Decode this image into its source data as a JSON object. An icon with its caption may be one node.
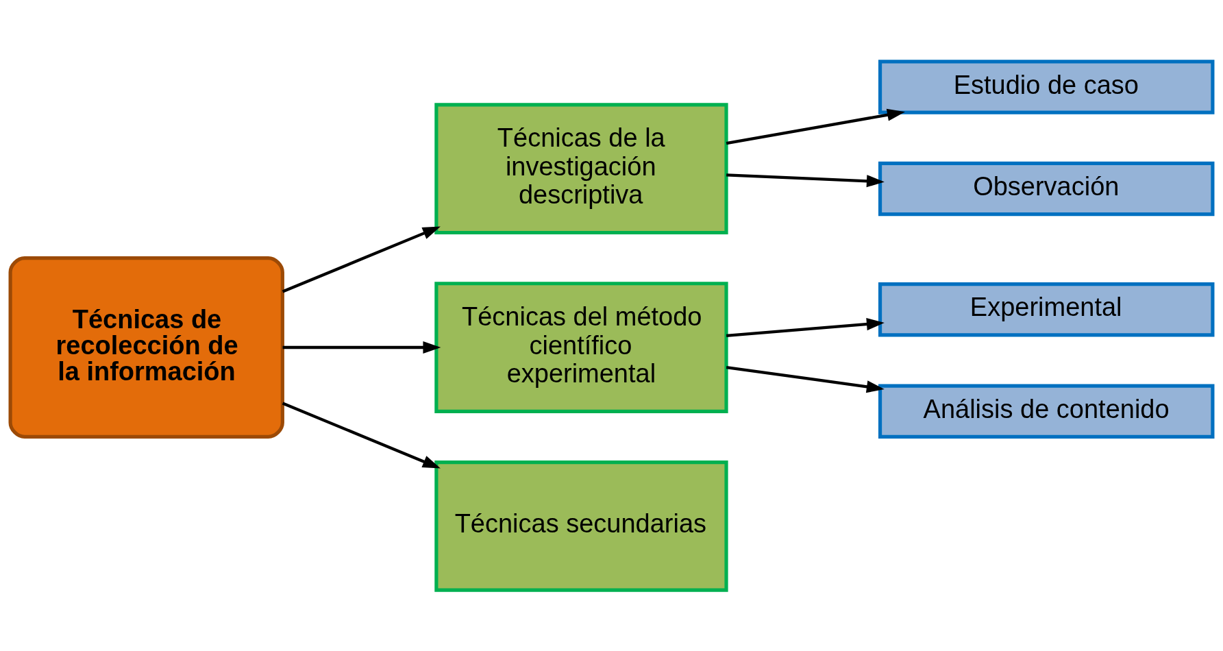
{
  "diagram": {
    "nodes": [
      {
        "text": [
          "Técnicas de recolección de la información"
        ]
      },
      {
        "text": [
          "Técnicas de la investigación descriptiva"
        ]
      },
      {
        "text": [
          "Técnicas del método científico experimental"
        ]
      },
      {
        "text": [
          "Técnicas secundarias"
        ]
      },
      {
        "text": [
          "Estudio de caso"
        ]
      },
      {
        "text": [
          "Observación"
        ]
      },
      {
        "text": [
          "Experimental"
        ]
      },
      {
        "text": [
          "Análisis de contenido"
        ]
      }
    ],
    "edges": [
      {
        "from": 0,
        "to": 1,
        "arrow": "to"
      },
      {
        "from": 0,
        "to": 2,
        "arrow": "to"
      },
      {
        "from": 0,
        "to": 3,
        "arrow": "to"
      },
      {
        "from": 1,
        "to": 4,
        "arrow": "to"
      },
      {
        "from": 1,
        "to": 5,
        "arrow": "to"
      },
      {
        "from": 2,
        "to": 6,
        "arrow": "to"
      },
      {
        "from": 2,
        "to": 7,
        "arrow": "to"
      }
    ]
  }
}
